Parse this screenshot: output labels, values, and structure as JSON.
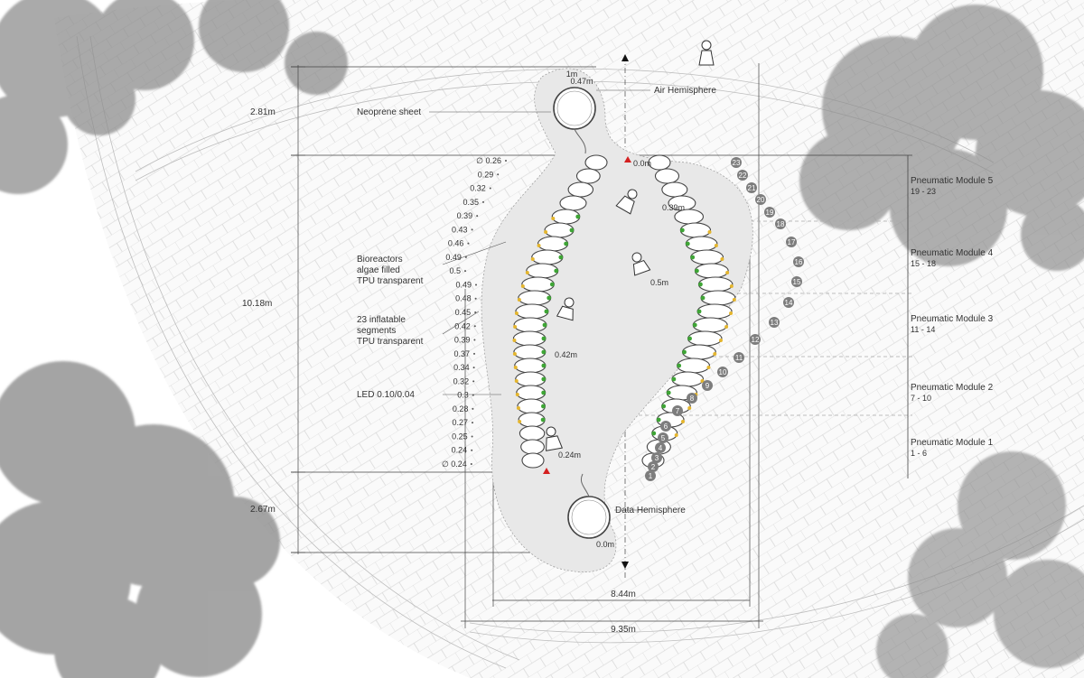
{
  "labels": {
    "neoprene": "Neoprene sheet",
    "air_hemisphere": "Air Hemisphere",
    "data_hemisphere": "Data Hemisphere",
    "bioreactors": [
      "Bioreactors",
      "algae filled",
      "TPU transparent"
    ],
    "inflatable": [
      "23 inflatable",
      "segments",
      "TPU transparent"
    ],
    "led": "LED 0.10/0.04"
  },
  "dimensions": {
    "top": "2.81m",
    "middle": "10.18m",
    "bottom": "2.67m",
    "width_inner": "8.44m",
    "width_outer": "9.35m",
    "hemisphere_small": "1m",
    "hemisphere_inner": "0.47m"
  },
  "left_diameters": [
    "∅ 0.26",
    "0.29",
    "0.32",
    "0.35",
    "0.39",
    "0.43",
    "0.46",
    "0.49",
    "0.5",
    "0.49",
    "0.48",
    "0.45",
    "0.42",
    "0.39",
    "0.37",
    "0.34",
    "0.32",
    "0.3",
    "0.28",
    "0.27",
    "0.25",
    "0.24",
    "∅ 0.24"
  ],
  "heights": [
    "0.0m",
    "0.39m",
    "0.5m",
    "0.42m",
    "0.24m",
    "0.0m"
  ],
  "segment_numbers": [
    "23",
    "22",
    "21",
    "20",
    "19",
    "18",
    "17",
    "16",
    "15",
    "14",
    "13",
    "12",
    "11",
    "10",
    "9",
    "8",
    "7",
    "6",
    "5",
    "4",
    "3",
    "2",
    "1"
  ],
  "modules": [
    {
      "name": "Pneumatic Module 5",
      "range": "19 - 23"
    },
    {
      "name": "Pneumatic Module 4",
      "range": "15 - 18"
    },
    {
      "name": "Pneumatic Module 3",
      "range": "11 - 14"
    },
    {
      "name": "Pneumatic Module 2",
      "range": "7 - 10"
    },
    {
      "name": "Pneumatic Module 1",
      "range": "1 - 6"
    }
  ],
  "colors": {
    "led_green": "#3ea535",
    "led_yellow": "#e5b62e",
    "marker_red": "#d42020",
    "badge_gray": "#7d7d7d",
    "tree_gray": "#8e8e8e"
  }
}
